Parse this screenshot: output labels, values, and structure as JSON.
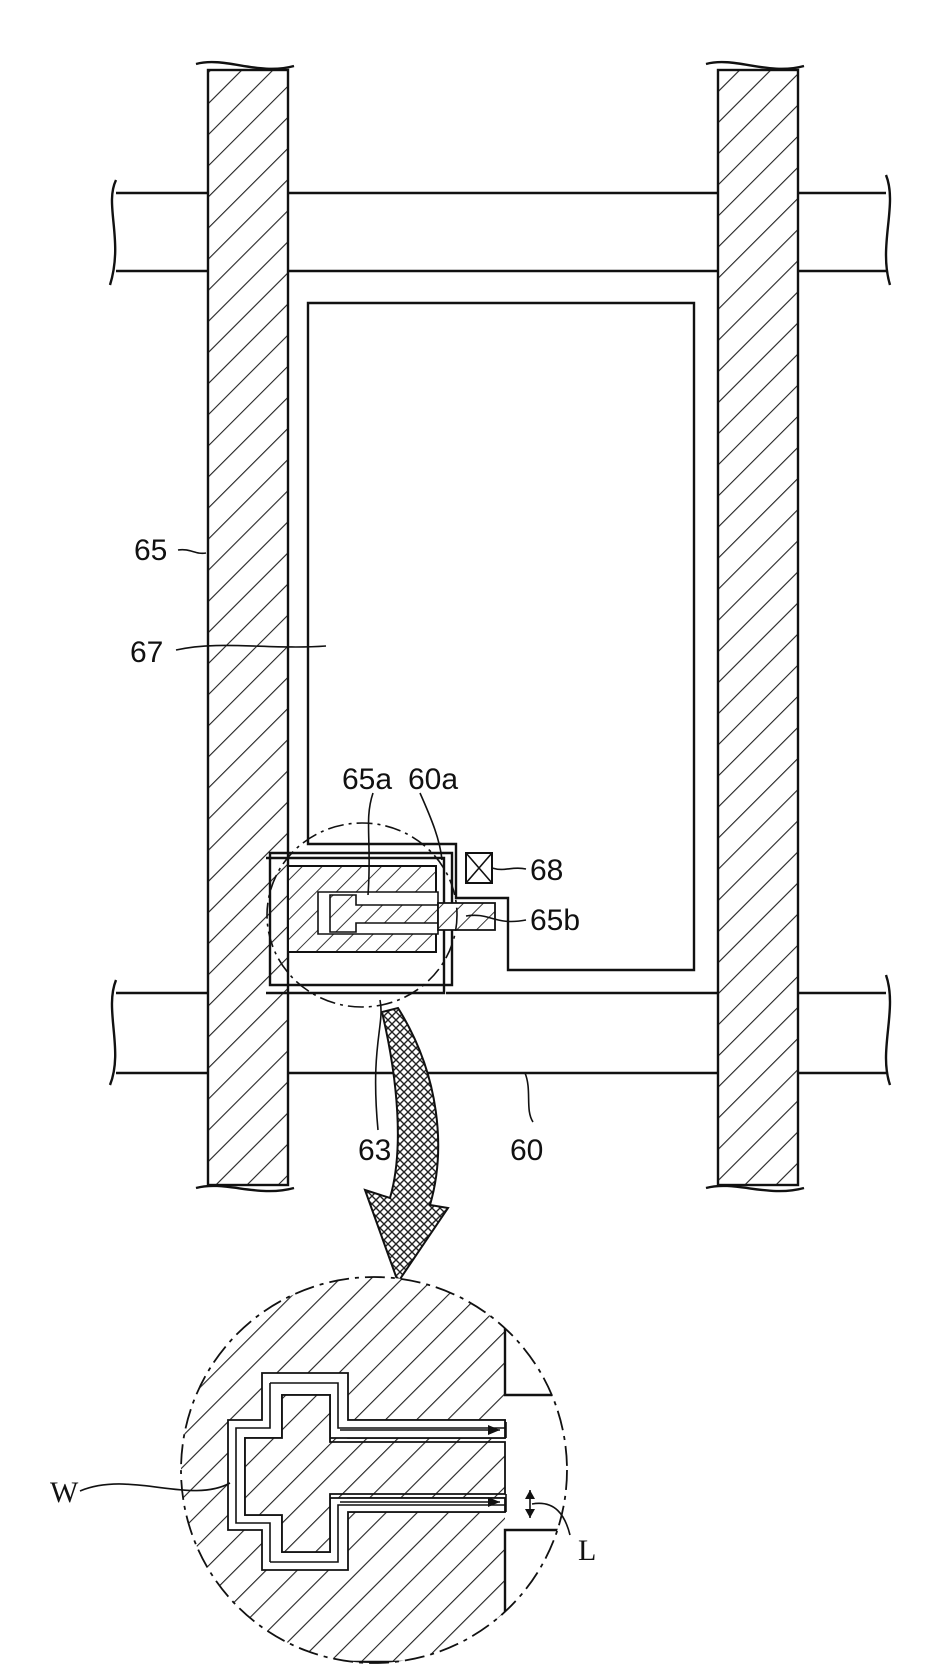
{
  "figure": {
    "labels": {
      "data_line": "65",
      "pixel_electrode": "67",
      "source_electrode": "65a",
      "gate_electrode": "60a",
      "contact_hole": "68",
      "drain_electrode": "65b",
      "semiconductor_layer": "63",
      "gate_line": "60",
      "channel_width": "W",
      "channel_length": "L"
    }
  }
}
